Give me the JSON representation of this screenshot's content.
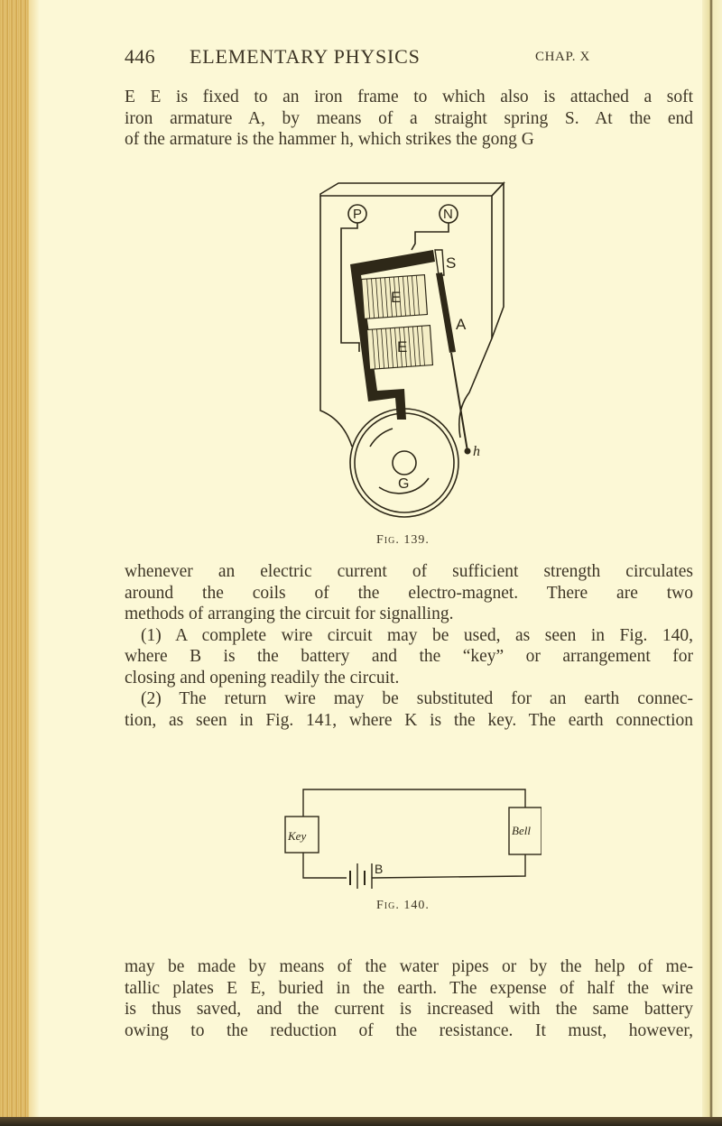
{
  "running_head": {
    "page_number": "446",
    "book_title": "ELEMENTARY PHYSICS",
    "chapter": "CHAP. X"
  },
  "paragraph_top": {
    "lines": [
      "E E is fixed to an iron frame to which also is attached a soft",
      "iron armature A, by means of a straight spring S.  At the end",
      "of the armature is the hammer h, which strikes the gong G"
    ]
  },
  "figure_139": {
    "caption": "Fig. 139.",
    "labels": {
      "terminal_positive": "P",
      "terminal_negative": "N",
      "spring": "S",
      "coil_upper": "E",
      "coil_lower": "E",
      "armature": "A",
      "gong": "G",
      "hammer": "h"
    }
  },
  "paragraph_middle": {
    "lines": [
      "whenever an electric current of sufficient strength circulates",
      "around the coils of the electro-magnet.  There are two",
      "methods of arranging the circuit for signalling.",
      "(1) A complete wire circuit may be used, as seen in Fig. 140,",
      "where B is the battery and the “key” or arrangement for",
      "closing and opening readily the circuit.",
      "(2) The return wire may be substituted for an earth connec-",
      "tion, as seen in Fig. 141, where K is the key.  The earth connection"
    ]
  },
  "figure_140": {
    "caption": "Fig. 140.",
    "labels": {
      "key": "Key",
      "bell": "Bell",
      "battery": "B"
    }
  },
  "paragraph_bottom": {
    "lines": [
      "may be made by means of the water pipes or by the help of me-",
      "tallic plates E E, buried in the earth.  The expense of half the wire",
      "is thus saved, and the current is increased with the same battery",
      "owing to the reduction of the resistance.   It must, however,"
    ]
  }
}
